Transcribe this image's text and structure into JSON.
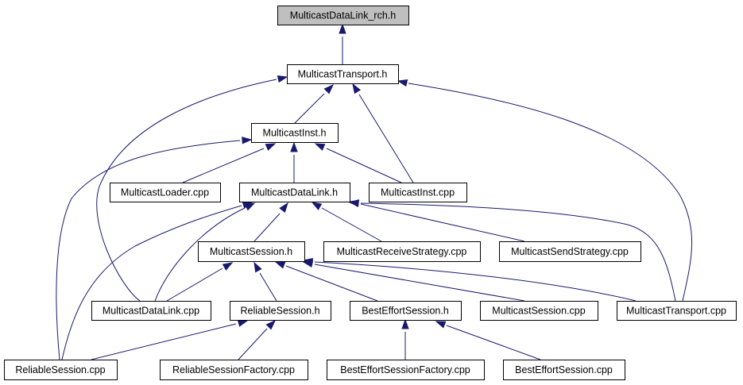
{
  "colors": {
    "edge": "#191970",
    "root_fill": "#bfbfbf",
    "node_fill": "#ffffff",
    "node_stroke": "#000000"
  },
  "nodes": [
    {
      "id": "root",
      "label": "MulticastDataLink_rch.h",
      "root": true
    },
    {
      "id": "transport_h",
      "label": "MulticastTransport.h"
    },
    {
      "id": "inst_h",
      "label": "MulticastInst.h"
    },
    {
      "id": "loader_cpp",
      "label": "MulticastLoader.cpp"
    },
    {
      "id": "datalink_h",
      "label": "MulticastDataLink.h"
    },
    {
      "id": "inst_cpp",
      "label": "MulticastInst.cpp"
    },
    {
      "id": "session_h",
      "label": "MulticastSession.h"
    },
    {
      "id": "recv_cpp",
      "label": "MulticastReceiveStrategy.cpp"
    },
    {
      "id": "send_cpp",
      "label": "MulticastSendStrategy.cpp"
    },
    {
      "id": "datalink_cpp",
      "label": "MulticastDataLink.cpp"
    },
    {
      "id": "reliable_h",
      "label": "ReliableSession.h"
    },
    {
      "id": "besteffort_h",
      "label": "BestEffortSession.h"
    },
    {
      "id": "session_cpp",
      "label": "MulticastSession.cpp"
    },
    {
      "id": "transport_cpp",
      "label": "MulticastTransport.cpp"
    },
    {
      "id": "reliable_cpp",
      "label": "ReliableSession.cpp"
    },
    {
      "id": "relfactory_cpp",
      "label": "ReliableSessionFactory.cpp"
    },
    {
      "id": "befactory_cpp",
      "label": "BestEffortSessionFactory.cpp"
    },
    {
      "id": "besteffort_cpp",
      "label": "BestEffortSession.cpp"
    }
  ],
  "edges": [
    {
      "from": "transport_h",
      "to": "root"
    },
    {
      "from": "inst_h",
      "to": "transport_h"
    },
    {
      "from": "datalink_cpp",
      "to": "transport_h"
    },
    {
      "from": "inst_cpp",
      "to": "transport_h"
    },
    {
      "from": "transport_cpp",
      "to": "transport_h"
    },
    {
      "from": "loader_cpp",
      "to": "inst_h"
    },
    {
      "from": "datalink_h",
      "to": "inst_h"
    },
    {
      "from": "inst_cpp",
      "to": "inst_h"
    },
    {
      "from": "reliable_cpp",
      "to": "inst_h"
    },
    {
      "from": "session_h",
      "to": "datalink_h"
    },
    {
      "from": "recv_cpp",
      "to": "datalink_h"
    },
    {
      "from": "send_cpp",
      "to": "datalink_h"
    },
    {
      "from": "datalink_cpp",
      "to": "datalink_h"
    },
    {
      "from": "reliable_cpp",
      "to": "datalink_h"
    },
    {
      "from": "transport_cpp",
      "to": "datalink_h"
    },
    {
      "from": "datalink_cpp",
      "to": "session_h"
    },
    {
      "from": "reliable_h",
      "to": "session_h"
    },
    {
      "from": "besteffort_h",
      "to": "session_h"
    },
    {
      "from": "session_cpp",
      "to": "session_h"
    },
    {
      "from": "transport_cpp",
      "to": "session_h"
    },
    {
      "from": "reliable_cpp",
      "to": "reliable_h"
    },
    {
      "from": "relfactory_cpp",
      "to": "reliable_h"
    },
    {
      "from": "befactory_cpp",
      "to": "besteffort_h"
    },
    {
      "from": "besteffort_cpp",
      "to": "besteffort_h"
    }
  ]
}
